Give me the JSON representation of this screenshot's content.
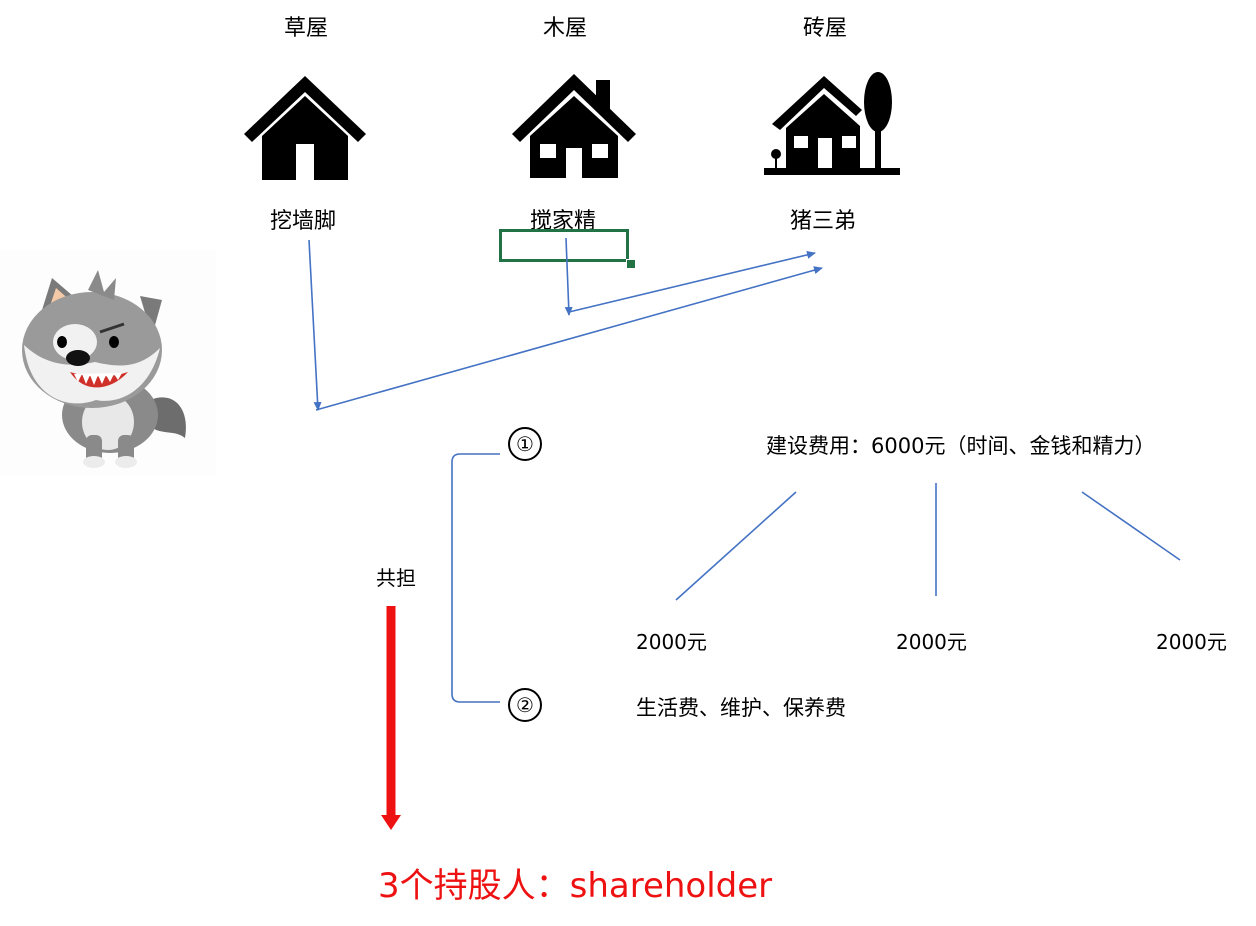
{
  "houses": [
    {
      "type": "草屋",
      "owner": "挖墙脚",
      "icon": "house-icon"
    },
    {
      "type": "木屋",
      "owner": "搅家精",
      "icon": "house-with-chimney-icon"
    },
    {
      "type": "砖屋",
      "owner": "猪三弟",
      "icon": "house-with-tree-icon"
    }
  ],
  "steps": {
    "one": "①",
    "two": "②"
  },
  "shared_label": "共担",
  "construction_cost": "建设费用：6000元（时间、金钱和精力）",
  "splits": [
    "2000元",
    "2000元",
    "2000元"
  ],
  "living_costs": "生活费、维护、保养费",
  "conclusion": "3个持股人：shareholder",
  "colors": {
    "connector_blue": "#4472c4",
    "accent_red": "#ee1111",
    "selection_green": "#217346"
  }
}
